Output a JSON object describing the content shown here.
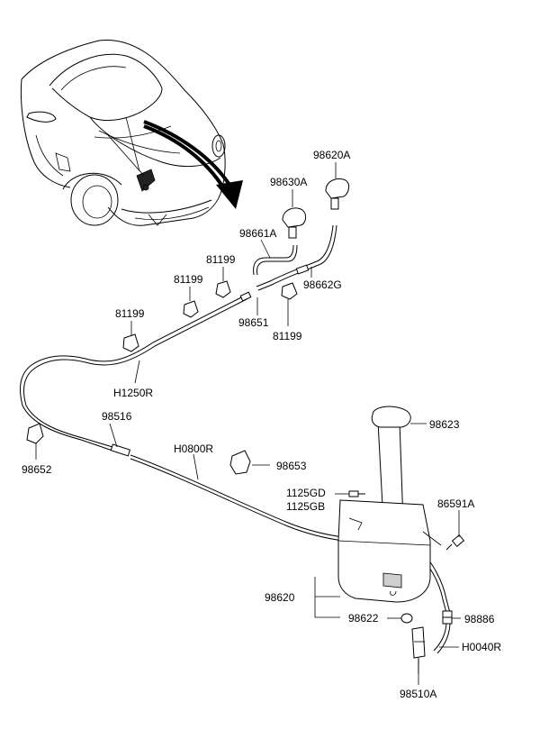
{
  "labels": {
    "nozzle_right": "98620A",
    "nozzle_left": "98630A",
    "hose_nozzle": "98661A",
    "hose_right": "98662G",
    "clip_a": "81199",
    "clip_b": "81199",
    "clip_c": "81199",
    "clip_d": "81199",
    "joint": "98651",
    "hose_main": "H1250R",
    "connector": "98516",
    "clip_left": "98652",
    "hose_mid": "H0800R",
    "grommet_clip": "98653",
    "cap": "98623",
    "bolt_a": "1125GD",
    "bolt_b": "1125GB",
    "bolt_right": "86591A",
    "reservoir": "98620",
    "seal": "98622",
    "check_valve": "98886",
    "hose_short": "H0040R",
    "pump": "98510A"
  }
}
